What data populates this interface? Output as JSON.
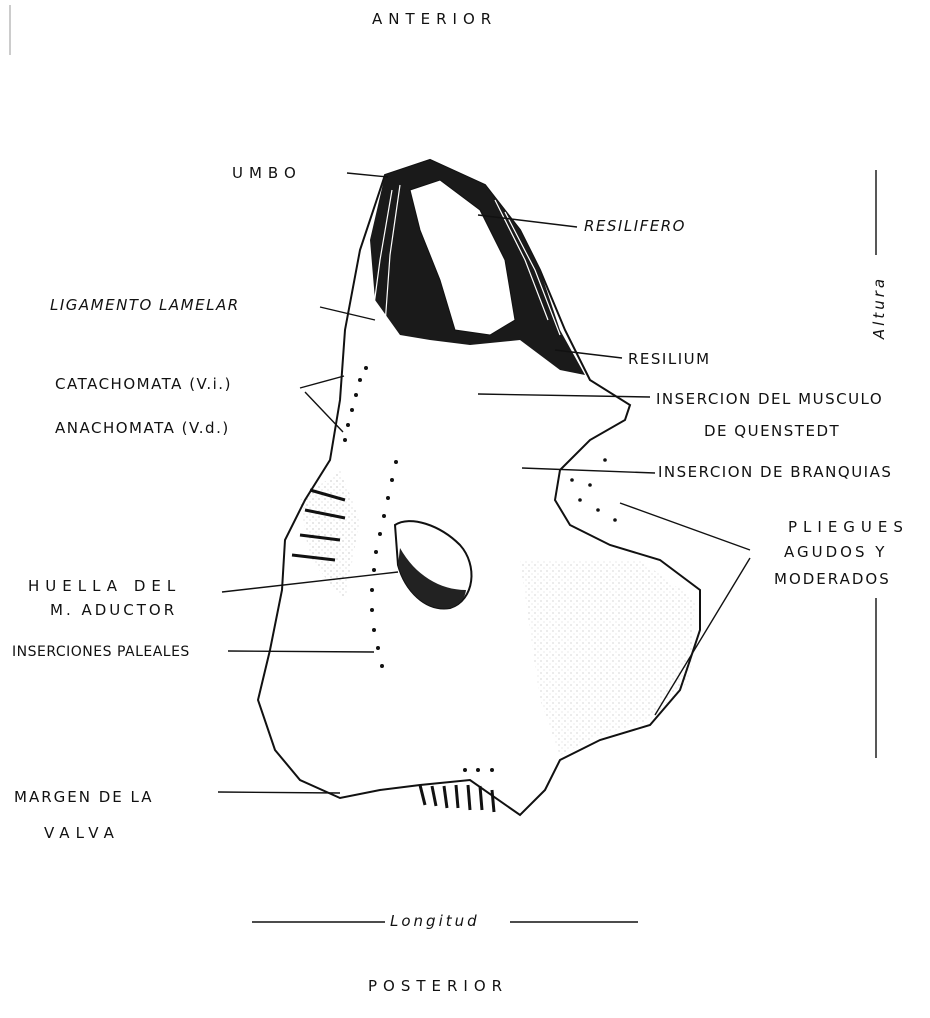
{
  "orientation": {
    "top": "ANTERIOR",
    "bottom": "POSTERIOR"
  },
  "dimensions": {
    "height": "Altura",
    "length": "Longitud"
  },
  "labels": {
    "umbo": "UMBO",
    "resilifero": "RESILIFERO",
    "ligamento": "LIGAMENTO LAMELAR",
    "resilium": "RESILIUM",
    "catachomata": "CATACHOMATA (V.i.)",
    "anachomata": "ANACHOMATA (V.d.)",
    "insercion_musculo_1": "INSERCION DEL MUSCULO",
    "insercion_musculo_2": "DE QUENSTEDT",
    "insercion_branquias": "INSERCION DE BRANQUIAS",
    "pliegues_1": "PLIEGUES",
    "pliegues_2": "AGUDOS Y",
    "pliegues_3": "MODERADOS",
    "huella_1": "HUELLA DEL",
    "huella_2": "M. ADUCTOR",
    "inserciones_paleales": "INSERCIONES PALEALES",
    "margen_1": "MARGEN DE LA",
    "margen_2": "VALVA"
  }
}
